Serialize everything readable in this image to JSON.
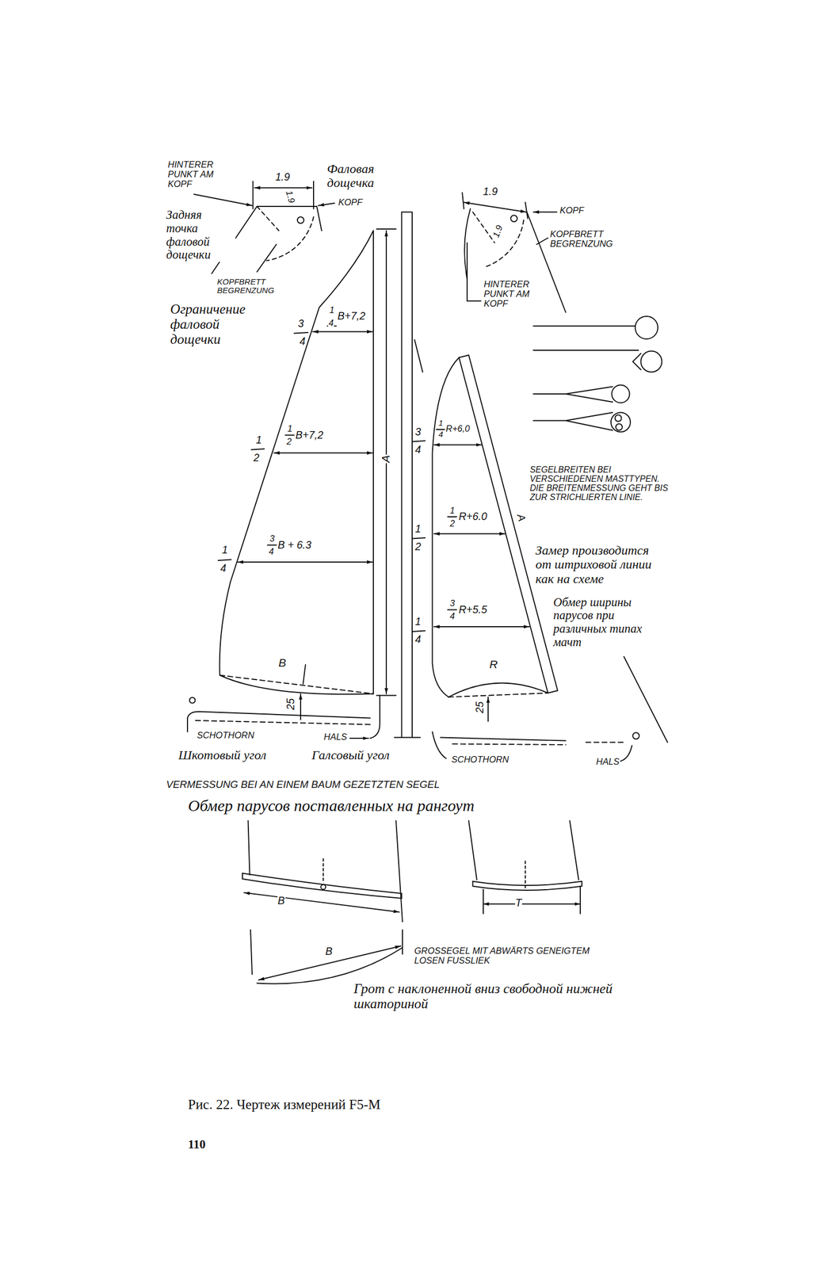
{
  "diagram": {
    "caption": "Рис. 22. Чертеж измерений F5-M",
    "labels": [
      "HINTERER PUNKT AM KOPF",
      "1.9",
      "Фаловая дощечка",
      "KOPF",
      "Задняя точка фаловой дощечки",
      "1.9",
      "KOPFBRETT BEGRENZUNG",
      "Ограничение фаловой дощечки",
      "3",
      "4",
      "1",
      "4",
      "B+7,2",
      "1",
      "2",
      "1",
      "2",
      "B+7,2",
      "1",
      "4",
      "3",
      "4",
      "B + 6.3",
      "A",
      "B",
      "25",
      "SCHOTHORN",
      "Шкотовый угол",
      "HALS",
      "Галсовый угол",
      "VERMESSUNG BEI AN EINEM BAUM GEZETZTEN SEGEL",
      "Обмер парусов поставленных на рангоут",
      "1.9",
      "1.9",
      "KOPF",
      "KOPFBRETT BEGRENZUNG",
      "HINTERER PUNKT AM KOPF",
      "3",
      "4",
      "1",
      "4",
      "R+6,0",
      "1",
      "2",
      "1",
      "2",
      "R+6.0",
      "1",
      "4",
      "3",
      "4",
      "R+5.5",
      "A",
      "R",
      "25",
      "SEGELBREITEN BEI VERSCHIEDENEN MASTTYPEN. DIE BREITENMESSUNG GEHT BIS ZUR STRICHLIERTEN LINIE.",
      "Замер производится от штриховой линии как на схеме",
      "Обмер ширины парусов при различных типах мачт",
      "SCHOTHORN",
      "HALS",
      "B",
      "T",
      "B",
      "GROSSEGEL MIT ABWÄRTS GENEIGTEM LOSEN FUSSLIEK",
      "Грот с наклоненной вниз свободной нижней шкаториной",
      "110"
    ]
  }
}
